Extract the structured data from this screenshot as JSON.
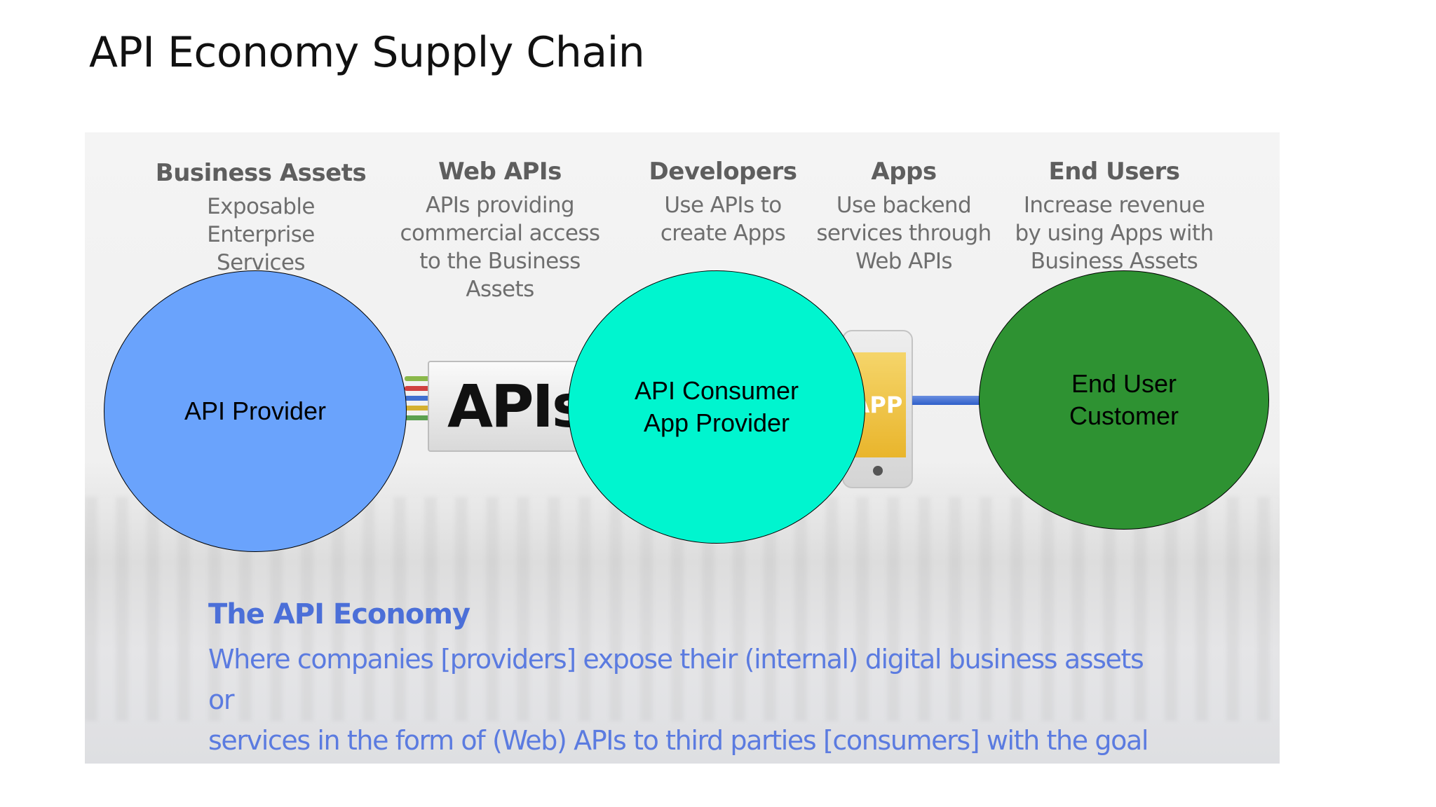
{
  "slide": {
    "title": "API Economy Supply Chain"
  },
  "columns": [
    {
      "heading": "Business Assets",
      "description": "Exposable Enterprise\nServices"
    },
    {
      "heading": "Web APIs",
      "description": "APIs providing\ncommercial access\nto the Business Assets"
    },
    {
      "heading": "Developers",
      "description": "Use APIs to\ncreate Apps"
    },
    {
      "heading": "Apps",
      "description": "Use backend\nservices through\nWeb APIs"
    },
    {
      "heading": "End Users",
      "description": "Increase revenue\nby using Apps with\nBusiness Assets"
    }
  ],
  "illustration": {
    "apis_label": "APIs",
    "app_label": "APP"
  },
  "circles": [
    {
      "label": "API Provider",
      "color": "#6aa3fc"
    },
    {
      "label": "API Consumer\nApp Provider",
      "color": "#00f5cf"
    },
    {
      "label": "End User\nCustomer",
      "color": "#2e9232"
    }
  ],
  "economy": {
    "title": "The API Economy",
    "body": "Where companies [providers] expose their (internal) digital business assets or\nservices in the form of (Web) APIs to third parties [consumers] with the goal of\nunlocking additional business value through the creation of new assets"
  }
}
